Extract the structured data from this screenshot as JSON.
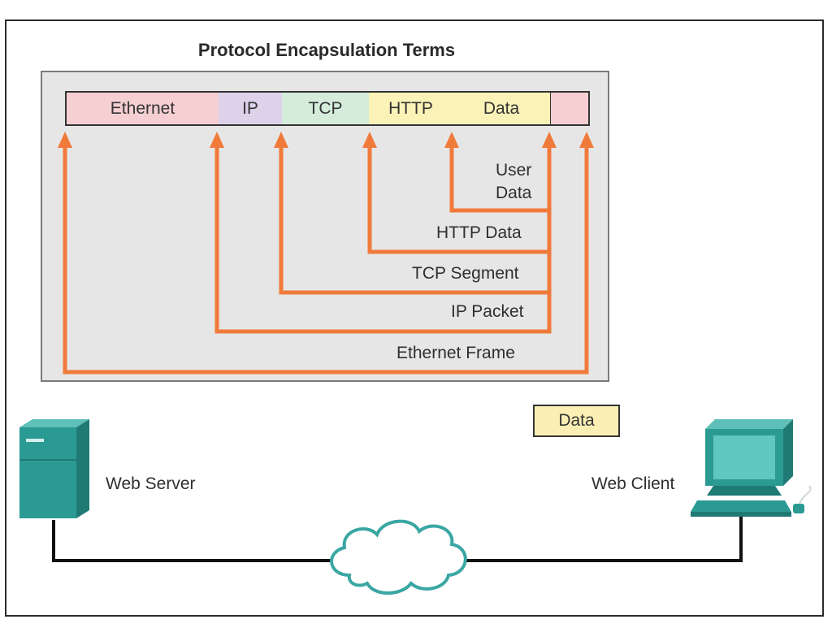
{
  "title": "Protocol Encapsulation Terms",
  "pdu_header": [
    {
      "key": "ethernet",
      "label": "Ethernet",
      "color": "#f6cfd3"
    },
    {
      "key": "ip",
      "label": "IP",
      "color": "#ddd2ea"
    },
    {
      "key": "tcp",
      "label": "TCP",
      "color": "#d5ecdb"
    },
    {
      "key": "http",
      "label": "HTTP",
      "color": "#fbf2b8"
    },
    {
      "key": "data",
      "label": "Data",
      "color": "#fbf2b8"
    },
    {
      "key": "trailer",
      "label": "",
      "color": "#f6cfd3"
    }
  ],
  "terms": {
    "user_data_line1": "User",
    "user_data_line2": "Data",
    "http_data": "HTTP Data",
    "tcp_segment": "TCP Segment",
    "ip_packet": "IP Packet",
    "ethernet_frame": "Ethernet Frame"
  },
  "data_chip": "Data",
  "web_server": "Web Server",
  "web_client": "Web Client",
  "colors": {
    "arrow": "#f07a3a",
    "device": "#2b9a93",
    "device_dark": "#1f7a75",
    "cloud": "#3aa7a3"
  }
}
